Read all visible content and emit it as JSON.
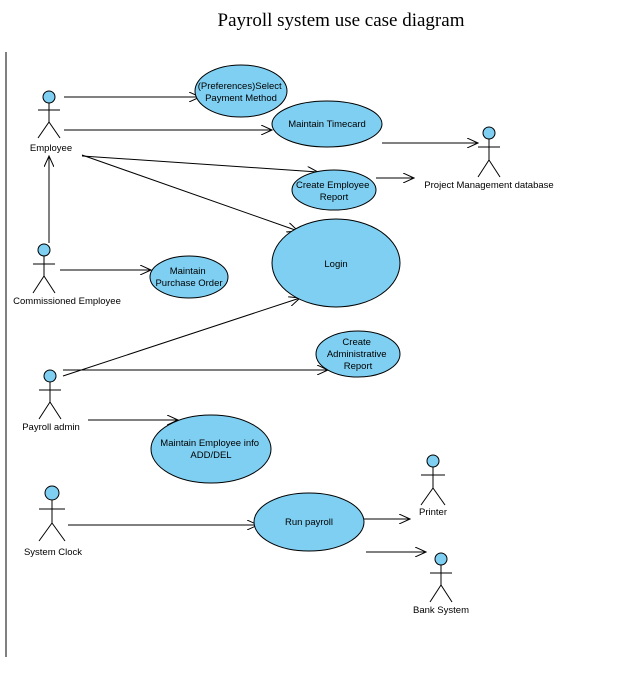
{
  "title": "Payroll system use case diagram",
  "colors": {
    "use_case_fill": "#7fcff2",
    "actor_head_fill": "#7fcff2",
    "stroke": "#000000"
  },
  "actors": {
    "employee": "Employee",
    "commissioned": "Commissioned Employee",
    "payroll_admin": "Payroll admin",
    "system_clock": "System Clock",
    "project_db": "Project Management database",
    "printer": "Printer",
    "bank": "Bank System"
  },
  "use_cases": {
    "preferences": [
      "(Preferences)Select",
      "Payment Method"
    ],
    "timecard": [
      "Maintain Timecard"
    ],
    "employee_report": [
      "Create Employee",
      "Report"
    ],
    "login": [
      "Login"
    ],
    "purchase_order": [
      "Maintain",
      "Purchase Order"
    ],
    "admin_report": [
      "Create",
      "Administrative",
      "Report"
    ],
    "employee_info": [
      "Maintain Employee info",
      "ADD/DEL"
    ],
    "run_payroll": [
      "Run payroll"
    ]
  }
}
